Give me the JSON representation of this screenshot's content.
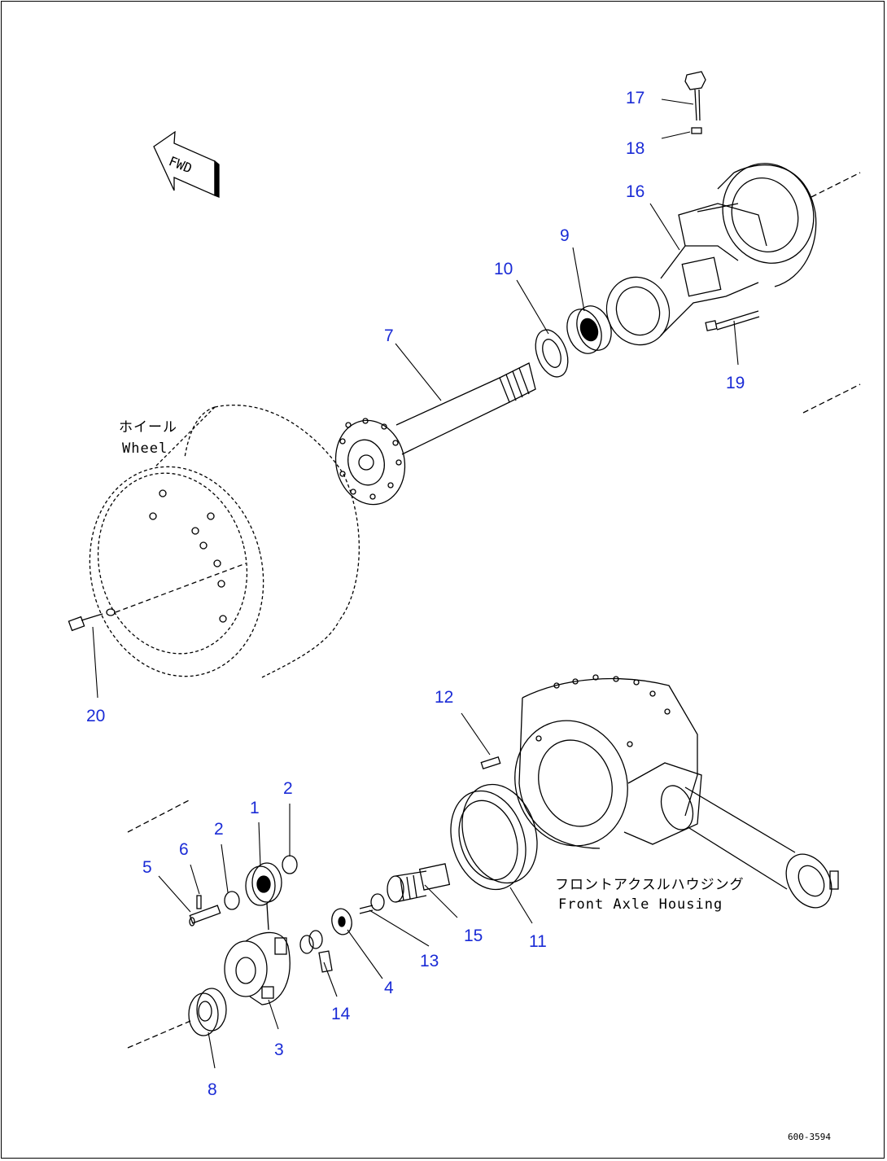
{
  "drawing_code": "600-3594",
  "direction_marker": {
    "text": "FWD",
    "icon": "fwd-arrow-icon"
  },
  "labels": {
    "wheel_jp": "ホイール",
    "wheel_en": "Wheel",
    "housing_jp": "フロントアクスルハウジング",
    "housing_en": "Front Axle Housing"
  },
  "callouts": {
    "p1": "1",
    "p2a": "2",
    "p2b": "2",
    "p3": "3",
    "p4": "4",
    "p5": "5",
    "p6": "6",
    "p7": "7",
    "p8": "8",
    "p9": "9",
    "p10": "10",
    "p11": "11",
    "p12": "12",
    "p13": "13",
    "p14": "14",
    "p15": "15",
    "p16": "16",
    "p17": "17",
    "p18": "18",
    "p19": "19",
    "p20": "20"
  },
  "colors": {
    "callout": "#1a2bd6",
    "linework": "#000000"
  }
}
